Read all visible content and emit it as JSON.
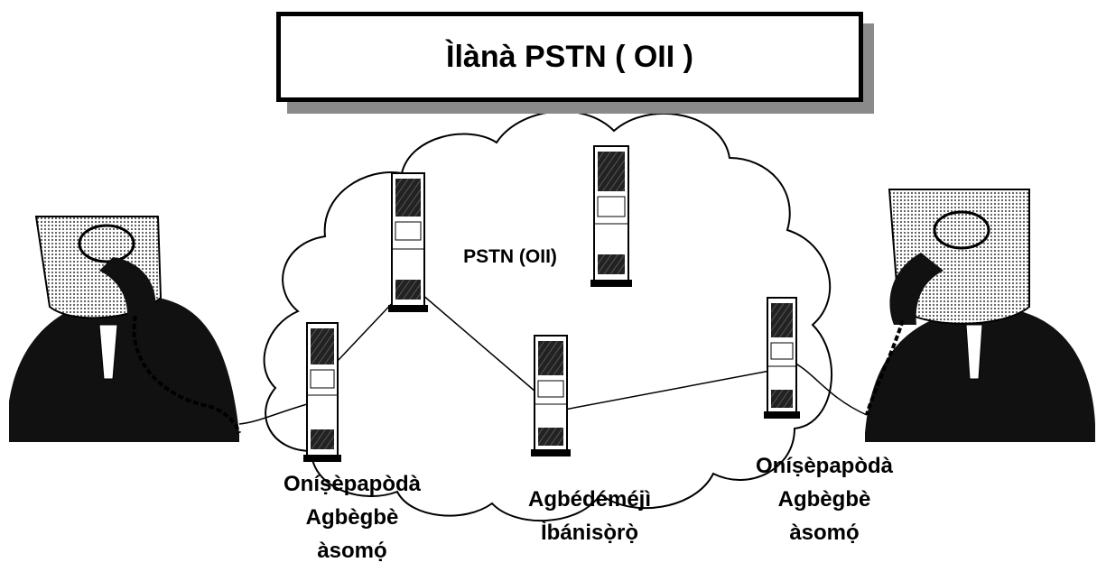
{
  "title": "Ìlànà PSTN ( OII )",
  "cloud_label": "PSTN (OII)",
  "labels": {
    "left_exchange": [
      "Oníṣèpapòdà",
      "Agbègbè",
      "àsomọ́"
    ],
    "middle_exchange": [
      "Agbédéméjì",
      "Ìbánisọ̀rọ̀"
    ],
    "right_exchange": [
      "Oníṣèpapòdà",
      "Agbègbè",
      "àsomọ́"
    ]
  }
}
